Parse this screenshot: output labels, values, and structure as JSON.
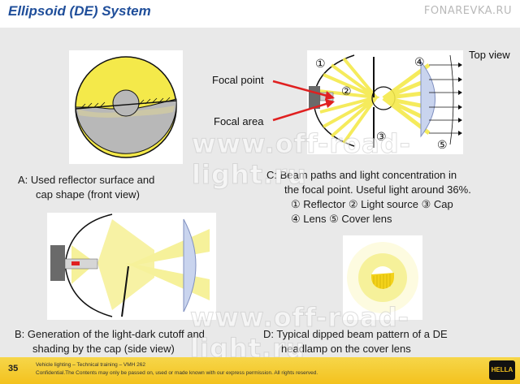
{
  "title": "Ellipsoid (DE) System",
  "watermark_top": "FONAREVKA.RU",
  "watermark": "www.off-road-light.ru",
  "labels": {
    "focal_point": "Focal point",
    "focal_area": "Focal area",
    "top_view": "Top view"
  },
  "callouts": [
    "①",
    "②",
    "③",
    "④",
    "⑤"
  ],
  "captions": {
    "a_line1": "A: Used reflector surface and",
    "a_line2": "cap shape (front view)",
    "c_line1": "C:  Beam paths and light concentration in",
    "c_line2": "the focal point. Useful light around 36%.",
    "c_line3": "① Reflector ② Light source ③ Cap",
    "c_line4": "④ Lens ⑤ Cover lens",
    "b_line1": "B:  Generation of the light-dark cutoff and",
    "b_line2": "shading by the cap (side view)",
    "d_line1": "D: Typical dipped beam pattern of a DE",
    "d_line2": "headlamp on the cover lens"
  },
  "footer": {
    "page_number": "35",
    "line1": "Vehicle lighting – Technical training – VMH 262",
    "line2": "Confidential.The Contents may only be passed on, used or made known with our express permission. All rights reserved.",
    "logo": "HELLA"
  },
  "colors": {
    "title_blue": "#1f4e9a",
    "light_yellow": "#f4e94a",
    "beam_yellow": "#f6f19a",
    "footer_yellow": "#f3c21e",
    "arrow_red": "#e02020"
  }
}
